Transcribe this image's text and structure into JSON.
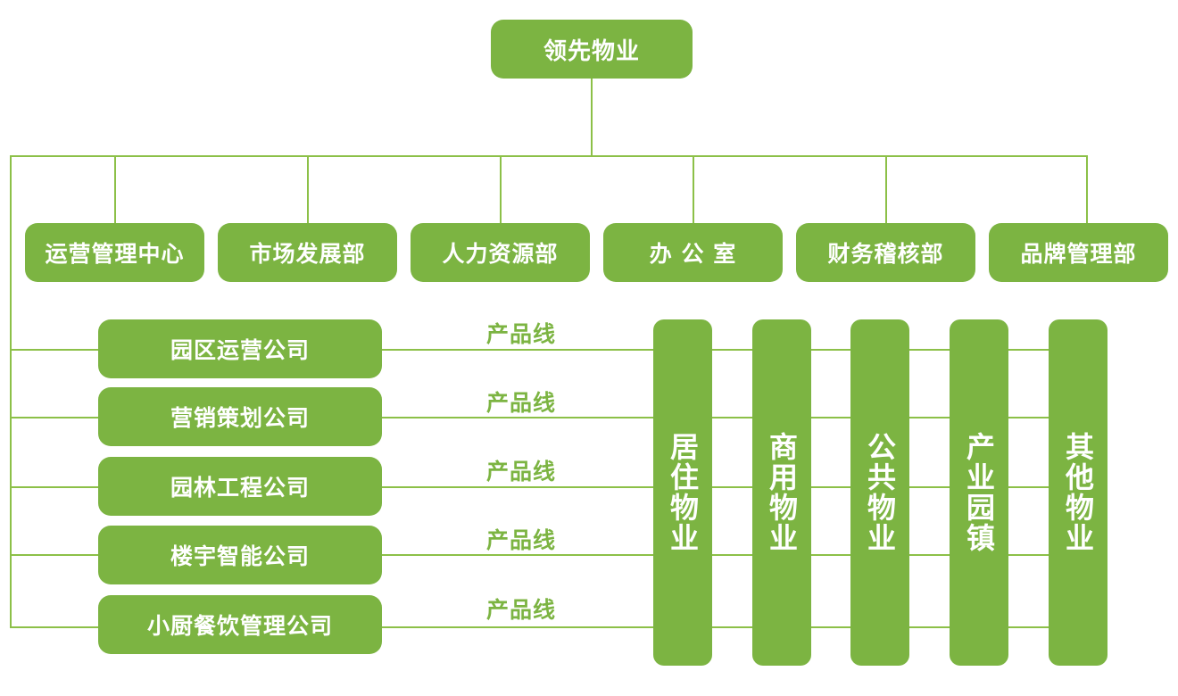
{
  "root": {
    "label": "领先物业"
  },
  "departments": [
    {
      "label": "运营管理中心"
    },
    {
      "label": "市场发展部"
    },
    {
      "label": "人力资源部"
    },
    {
      "label": "办 公 室"
    },
    {
      "label": "财务稽核部"
    },
    {
      "label": "品牌管理部"
    }
  ],
  "subsidiaries": [
    {
      "label": "园区运营公司",
      "product_line": "产品线"
    },
    {
      "label": "营销策划公司",
      "product_line": "产品线"
    },
    {
      "label": "园林工程公司",
      "product_line": "产品线"
    },
    {
      "label": "楼宇智能公司",
      "product_line": "产品线"
    },
    {
      "label": "小厨餐饮管理公司",
      "product_line": "产品线"
    }
  ],
  "product_categories": [
    {
      "label": "居住物业"
    },
    {
      "label": "商用物业"
    },
    {
      "label": "公共物业"
    },
    {
      "label": "产业园镇"
    },
    {
      "label": "其他物业"
    }
  ],
  "colors": {
    "box": "#7cb442",
    "line": "#8cc048",
    "text": "#ffffff"
  }
}
